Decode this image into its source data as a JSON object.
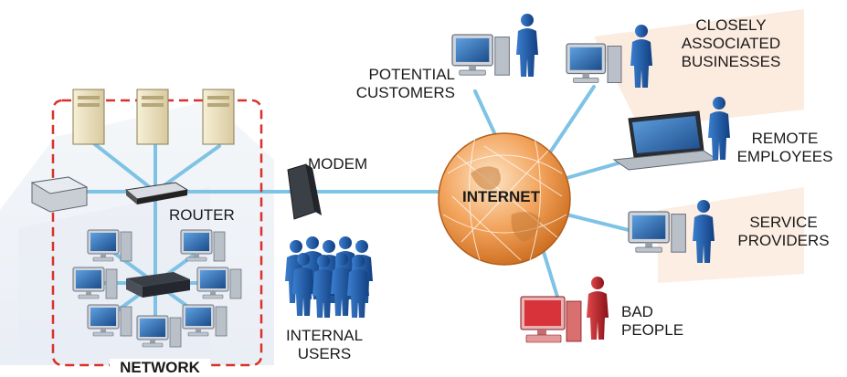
{
  "network": {
    "label": "NETWORK"
  },
  "router": {
    "label": "ROUTER"
  },
  "modem": {
    "label": "MODEM"
  },
  "internet": {
    "label": "INTERNET"
  },
  "internal_users": {
    "line1": "INTERNAL",
    "line2": "USERS"
  },
  "potential_customers": {
    "line1": "POTENTIAL",
    "line2": "CUSTOMERS"
  },
  "closely_associated": {
    "line1": "CLOSELY",
    "line2": "ASSOCIATED",
    "line3": "BUSINESSES"
  },
  "remote_employees": {
    "line1": "REMOTE",
    "line2": "EMPLOYEES"
  },
  "service_providers": {
    "line1": "SERVICE",
    "line2": "PROVIDERS"
  },
  "bad_people": {
    "line1": "BAD",
    "line2": "PEOPLE"
  },
  "colors": {
    "link": "#7ec3e6",
    "boundary": "#d9312a",
    "globe": "#f2a25a",
    "person": "#1e5aa8",
    "bad_person": "#c0272d",
    "building": "#dfe6ef"
  }
}
